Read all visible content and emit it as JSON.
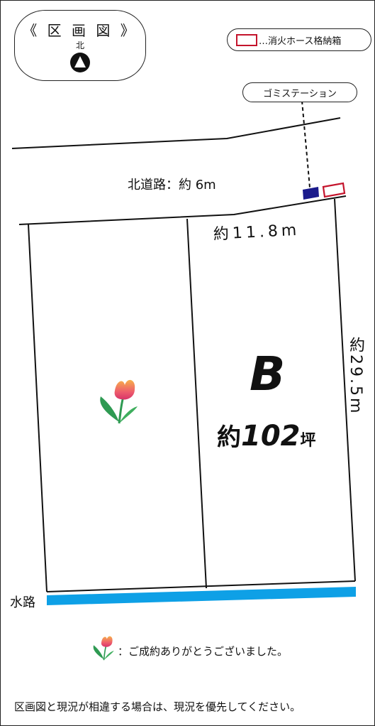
{
  "header": {
    "title": "《 区 画 図 》",
    "north_label": "北"
  },
  "legend": {
    "label": "…消火ホース格納箱",
    "swatch_color": "#c4142c"
  },
  "garbage_station": {
    "label": "ゴミステーション",
    "marker_color": "#1a1a8c"
  },
  "road": {
    "label": "北道路：約 6m"
  },
  "lots": [
    {
      "name": "",
      "icon": "tulip-icon",
      "status": "sold"
    },
    {
      "name": "B",
      "area": "約102坪",
      "area_prefix": "約",
      "area_number": "102",
      "area_unit": "坪"
    }
  ],
  "dimensions": {
    "frontage": "約11.8m",
    "depth": "約29.5m"
  },
  "waterway": {
    "label": "水路",
    "color": "#0ea0e6"
  },
  "notes": {
    "sold_legend": "：ご成約ありがとうございました。",
    "disclaimer": "区画図と現況が相違する場合は、現況を優先してください。"
  }
}
